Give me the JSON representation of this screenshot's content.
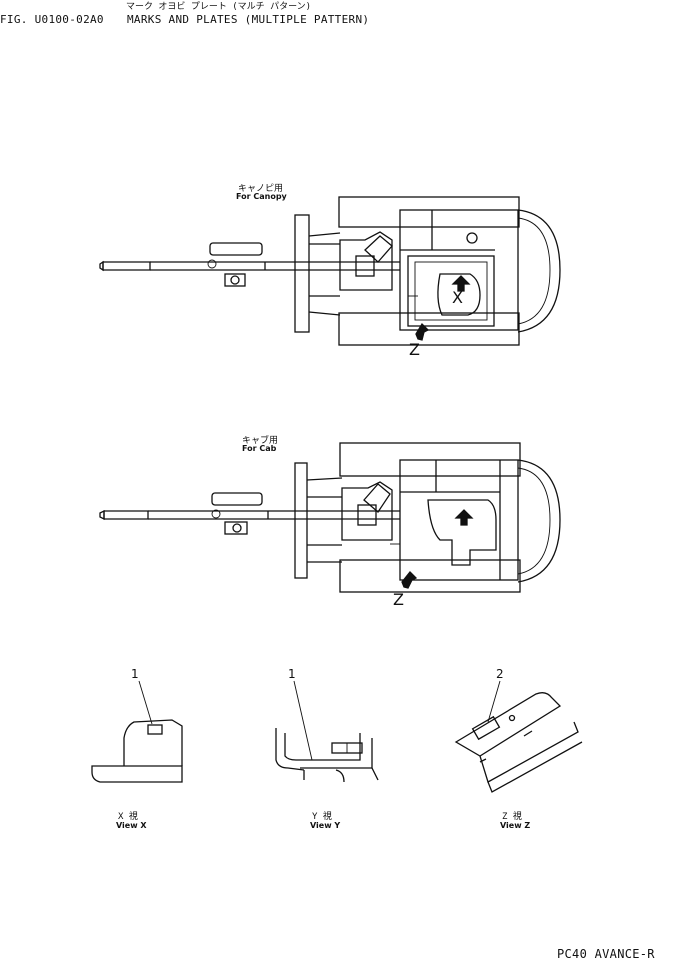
{
  "header": {
    "jp_title": "マーク オヨビ プレート (マルチ パターン)",
    "fig_no": "FIG. U0100-02A0",
    "title": "MARKS AND PLATES (MULTIPLE PATTERN)"
  },
  "canopy": {
    "jp": "キャノピ用",
    "label": "For Canopy",
    "x": "X",
    "z": "Z"
  },
  "cab": {
    "jp": "キャブ用",
    "label": "For Cab",
    "z": "Z"
  },
  "views": [
    {
      "part": "1",
      "jp": "X 視",
      "label": "View X"
    },
    {
      "part": "1",
      "jp": "Y 視",
      "label": "View Y"
    },
    {
      "part": "2",
      "jp": "Z 視",
      "label": "View Z"
    }
  ],
  "footer": {
    "model": "PC40 AVANCE-R"
  }
}
